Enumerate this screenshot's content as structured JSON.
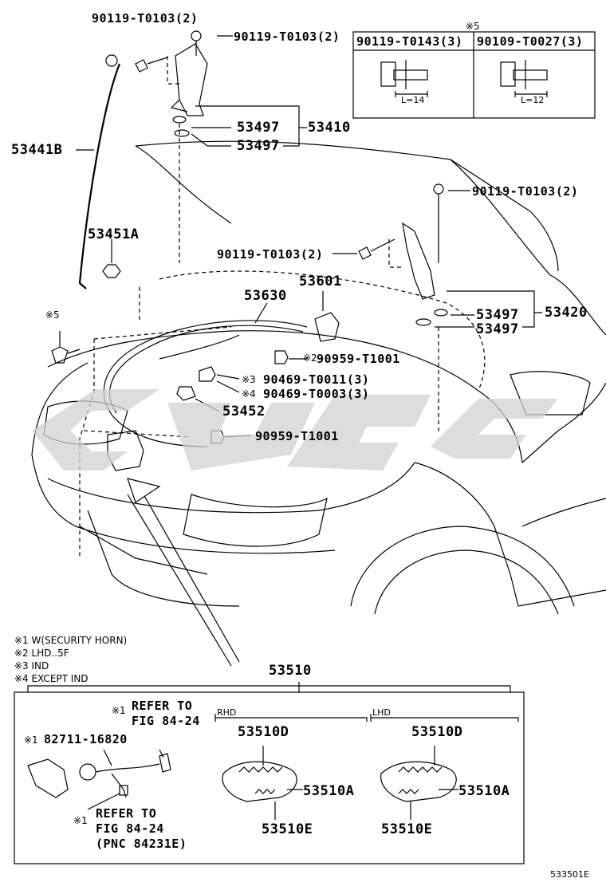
{
  "labels": {
    "hinge_bolt_left_a": "90119-T0103(2)",
    "hinge_bolt_left_b": "90119-T0103(2)",
    "hood_support_rod": "53441B",
    "rod_clip": "53451A",
    "washer_l1": "53497",
    "washer_l2": "53497",
    "hinge_left": "53410",
    "hinge_bolt_right_top": "90119-T0103(2)",
    "hinge_bolt_right_side": "90119-T0103(2)",
    "washer_r1": "53497",
    "washer_r2": "53497",
    "hinge_right": "53420",
    "release_cable": "53630",
    "hood_bumper": "53601",
    "clamp_2": "90959-T1001",
    "clip_3": "90469-T0011(3)",
    "clip_4": "90469-T0003(3)",
    "lock_grommet": "53452",
    "clamp_lower": "90959-T1001",
    "hood_lock": "53510",
    "ref_mark_5": "※5",
    "mark_2": "※2",
    "mark_3": "※3",
    "mark_4": "※4"
  },
  "inset": {
    "mark": "※5",
    "col1_part": "90119-T0143(3)",
    "col2_part": "90109-T0027(3)",
    "col1_length": "L=14",
    "col2_length": "L=12"
  },
  "notes": [
    "※1 W(SECURITY HORN)",
    "※2 LHD..5F",
    "※3 IND",
    "※4 EXCEPT IND"
  ],
  "lock_box": {
    "ref1_mark": "※1",
    "ref1_line1": "REFER TO",
    "ref1_line2": "FIG 84-24",
    "switch_mark": "※1",
    "switch_part": "82711-16820",
    "ref2_mark": "※1",
    "ref2_line1": "REFER TO",
    "ref2_line2": "FIG 84-24",
    "ref2_line3": "(PNC 84231E)",
    "rhd_label": "RHD",
    "lhd_label": "LHD",
    "rhd_d": "53510D",
    "rhd_a": "53510A",
    "rhd_e": "53510E",
    "lhd_d": "53510D",
    "lhd_a": "53510A",
    "lhd_e": "53510E"
  },
  "figure_code": "533501E"
}
